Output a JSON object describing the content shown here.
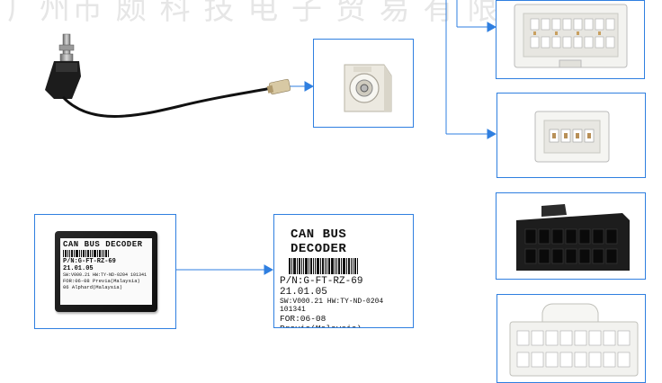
{
  "watermark": "广州市 颇 科 技 电 子 贸 易 有 限 公 司",
  "decoder": {
    "title": "CAN BUS DECODER",
    "part_number": "P/N:G-FT-RZ-69  21.01.05",
    "software": "SW:V000.21 HW:TY-ND-0204 101341",
    "for_line": "FOR:06-08 Previa(Malaysia)",
    "model_line": "06 Alphard(Malaysia)"
  },
  "colors": {
    "frame": "#2f7fe0",
    "arrow": "#2f7fe0"
  }
}
